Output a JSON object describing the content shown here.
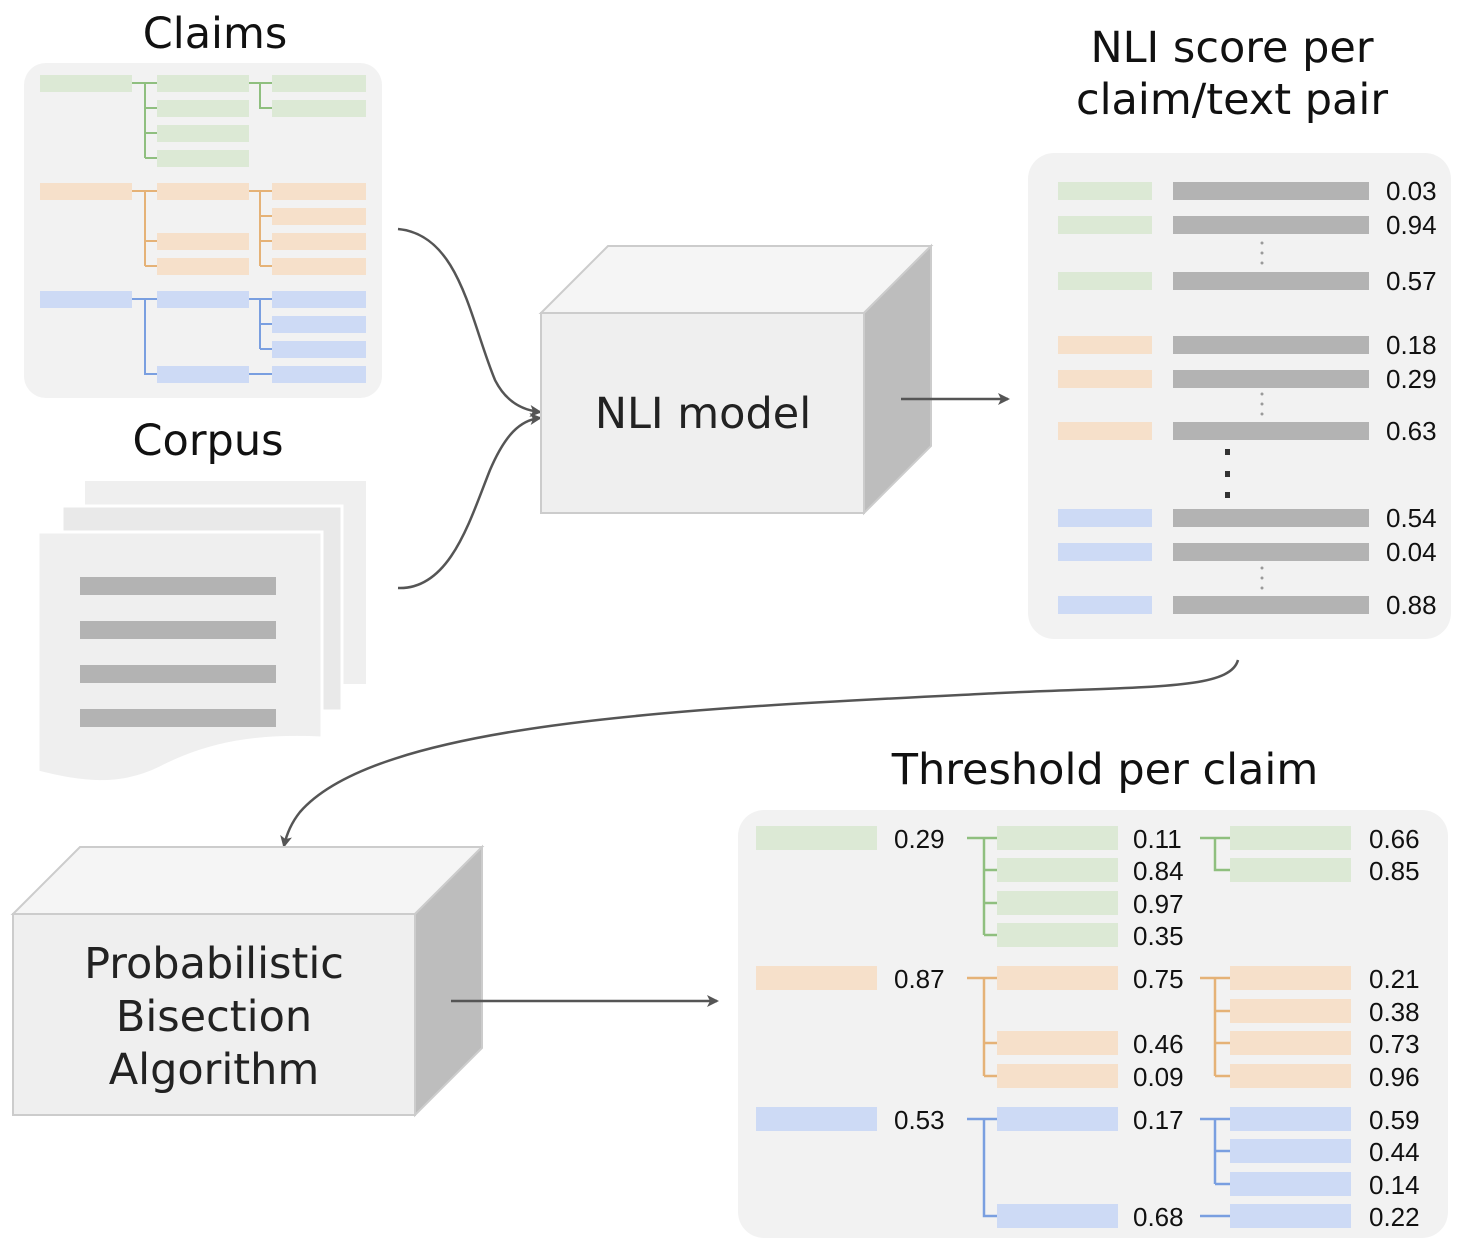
{
  "titles": {
    "claims": "Claims",
    "corpus": "Corpus",
    "nli_scores_line1": "NLI score per",
    "nli_scores_line2": "claim/text pair",
    "threshold": "Threshold per claim"
  },
  "boxes": {
    "nli_model": "NLI model",
    "bisection_line1": "Probabilistic",
    "bisection_line2": "Bisection",
    "bisection_line3": "Algorithm"
  },
  "colors": {
    "green": "#dce9d5",
    "green_line": "#8fbf7f",
    "orange": "#f6e0ca",
    "orange_line": "#e5b277",
    "blue": "#cddaf5",
    "blue_line": "#7a9fe0",
    "panel": "#f2f2f2",
    "gray_bar": "#b3b3b3"
  },
  "nli_scores": {
    "green": [
      "0.03",
      "0.94",
      "0.57"
    ],
    "orange": [
      "0.18",
      "0.29",
      "0.63"
    ],
    "blue": [
      "0.54",
      "0.04",
      "0.88"
    ]
  },
  "thresholds": {
    "green": {
      "root": "0.29",
      "mid": [
        "0.11",
        "0.84",
        "0.97",
        "0.35"
      ],
      "right": [
        "0.66",
        "0.85"
      ]
    },
    "orange": {
      "root": "0.87",
      "mid": [
        "0.75",
        "0.46",
        "0.09"
      ],
      "right": [
        "0.21",
        "0.38",
        "0.73",
        "0.96"
      ]
    },
    "blue": {
      "root": "0.53",
      "mid": [
        "0.17",
        "0.68"
      ],
      "right": [
        "0.59",
        "0.44",
        "0.14",
        "0.22"
      ]
    }
  }
}
